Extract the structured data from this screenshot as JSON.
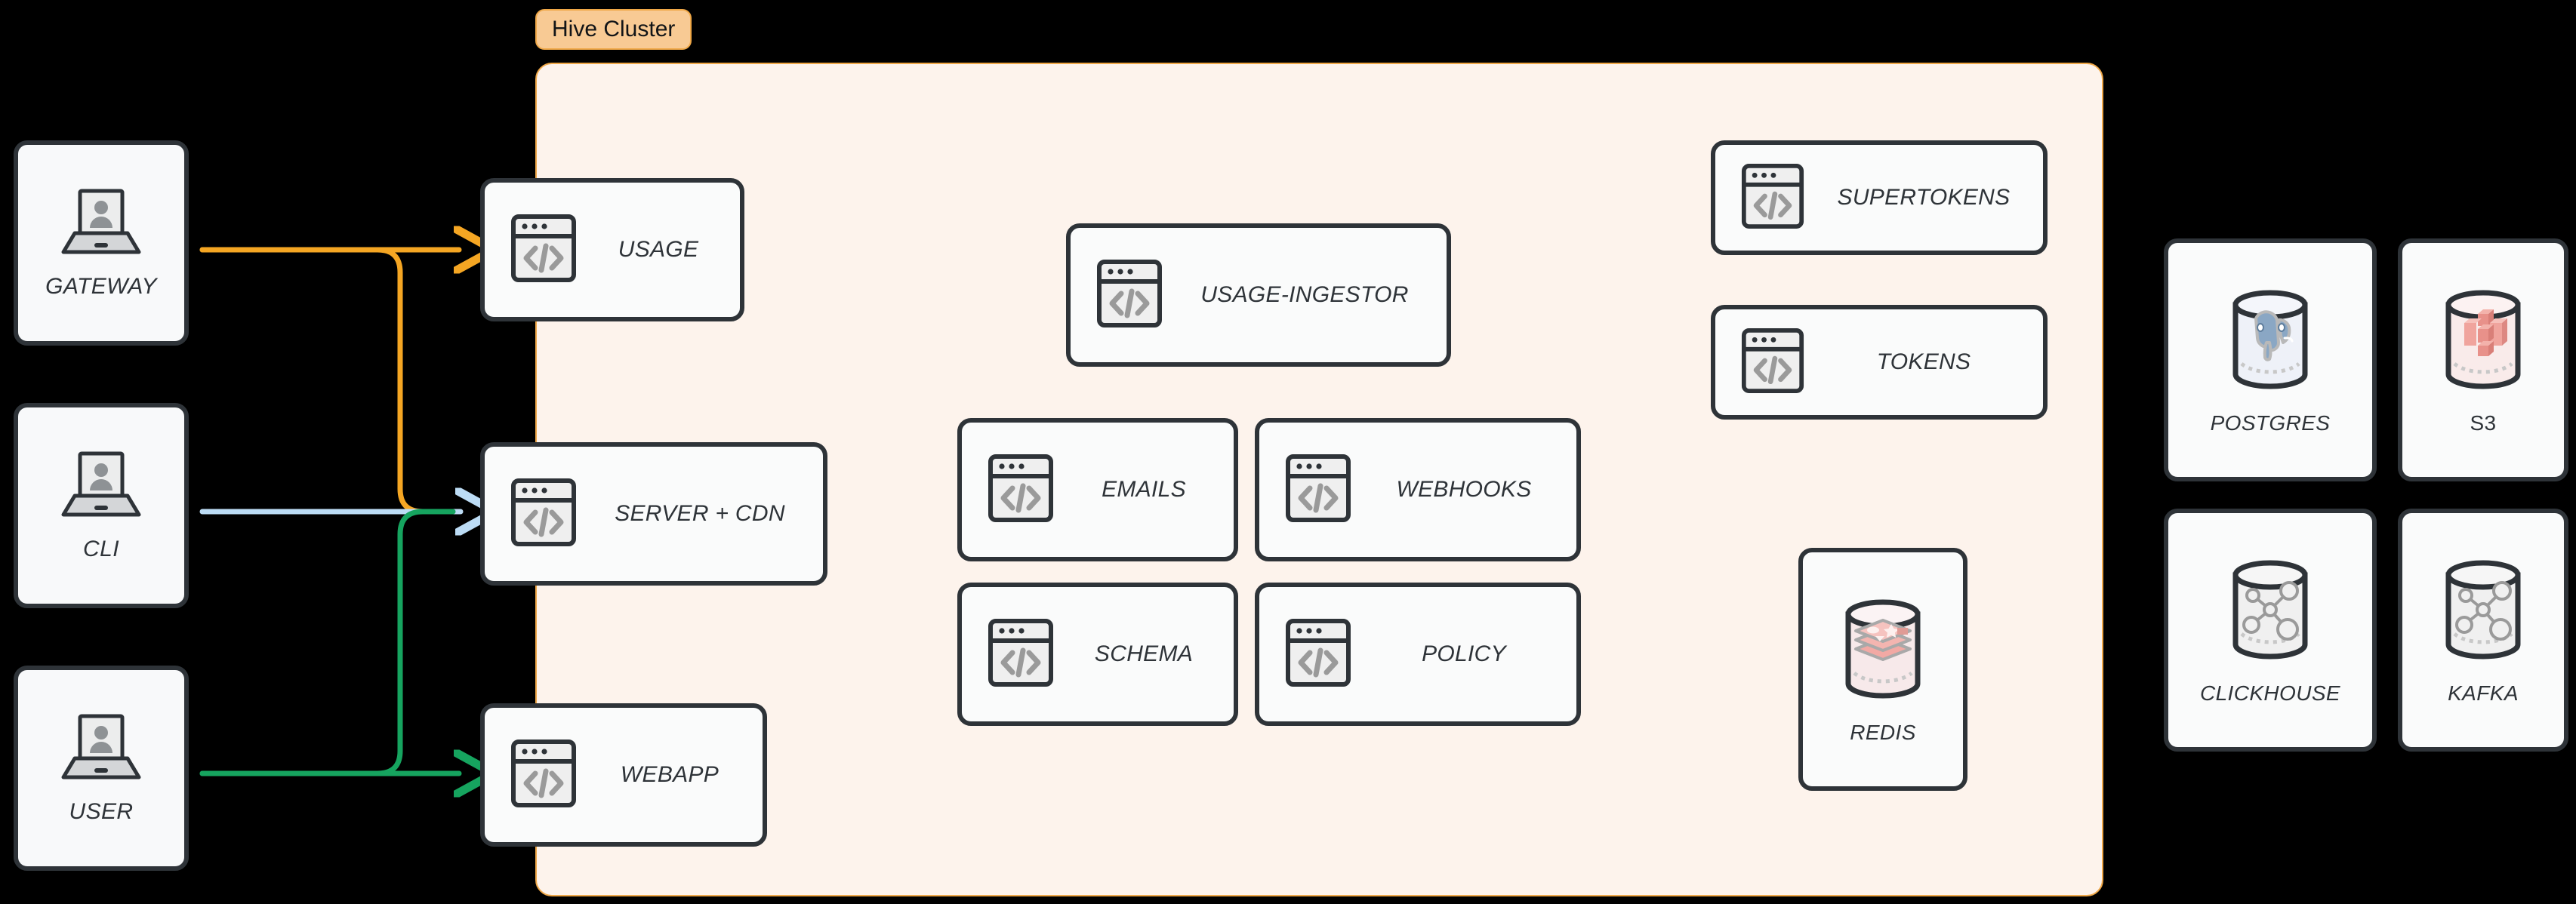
{
  "cluster": {
    "label": "Hive Cluster",
    "fill": "#fdf3ec",
    "border": "#f0a848",
    "label_fill": "#f8ca94"
  },
  "clients": [
    {
      "id": "gateway",
      "label": "GATEWAY",
      "icon": "laptop-user-icon"
    },
    {
      "id": "cli",
      "label": "CLI",
      "icon": "laptop-user-icon"
    },
    {
      "id": "user",
      "label": "USER",
      "icon": "laptop-user-icon"
    }
  ],
  "edge_services": [
    {
      "id": "usage",
      "label": "USAGE",
      "icon": "code-window-icon"
    },
    {
      "id": "server-cdn",
      "label": "SERVER + CDN",
      "icon": "code-window-icon"
    },
    {
      "id": "webapp",
      "label": "WEBAPP",
      "icon": "code-window-icon"
    }
  ],
  "core_services": [
    {
      "id": "usage-ingestor",
      "label": "USAGE-INGESTOR",
      "icon": "code-window-icon"
    },
    {
      "id": "emails",
      "label": "EMAILS",
      "icon": "code-window-icon"
    },
    {
      "id": "webhooks",
      "label": "WEBHOOKS",
      "icon": "code-window-icon"
    },
    {
      "id": "schema",
      "label": "SCHEMA",
      "icon": "code-window-icon"
    },
    {
      "id": "policy",
      "label": "POLICY",
      "icon": "code-window-icon"
    }
  ],
  "auth_services": [
    {
      "id": "supertokens",
      "label": "SUPERTOKENS",
      "icon": "code-window-icon"
    },
    {
      "id": "tokens",
      "label": "TOKENS",
      "icon": "code-window-icon"
    }
  ],
  "cluster_stores": [
    {
      "id": "redis",
      "label": "REDIS",
      "icon": "redis-cylinder-icon"
    }
  ],
  "external_stores": [
    {
      "id": "postgres",
      "label": "POSTGRES",
      "icon": "postgres-cylinder-icon",
      "upright": false
    },
    {
      "id": "s3",
      "label": "S3",
      "icon": "s3-cylinder-icon",
      "upright": true
    },
    {
      "id": "clickhouse",
      "label": "CLICKHOUSE",
      "icon": "database-cylinder-icon",
      "upright": false
    },
    {
      "id": "kafka",
      "label": "KAFKA",
      "icon": "database-cylinder-icon",
      "upright": false
    }
  ],
  "connections": [
    {
      "id": "gateway-to-usage",
      "from": "gateway",
      "to": "usage",
      "color": "#f5a623"
    },
    {
      "id": "gateway-to-server-cdn",
      "from": "gateway",
      "to": "server-cdn",
      "color": "#f5a623"
    },
    {
      "id": "cli-to-server-cdn",
      "from": "cli",
      "to": "server-cdn",
      "color": "#bcdcf5"
    },
    {
      "id": "user-to-server-cdn",
      "from": "user",
      "to": "server-cdn",
      "color": "#16a45f"
    },
    {
      "id": "user-to-webapp",
      "from": "user",
      "to": "webapp",
      "color": "#16a45f"
    }
  ]
}
